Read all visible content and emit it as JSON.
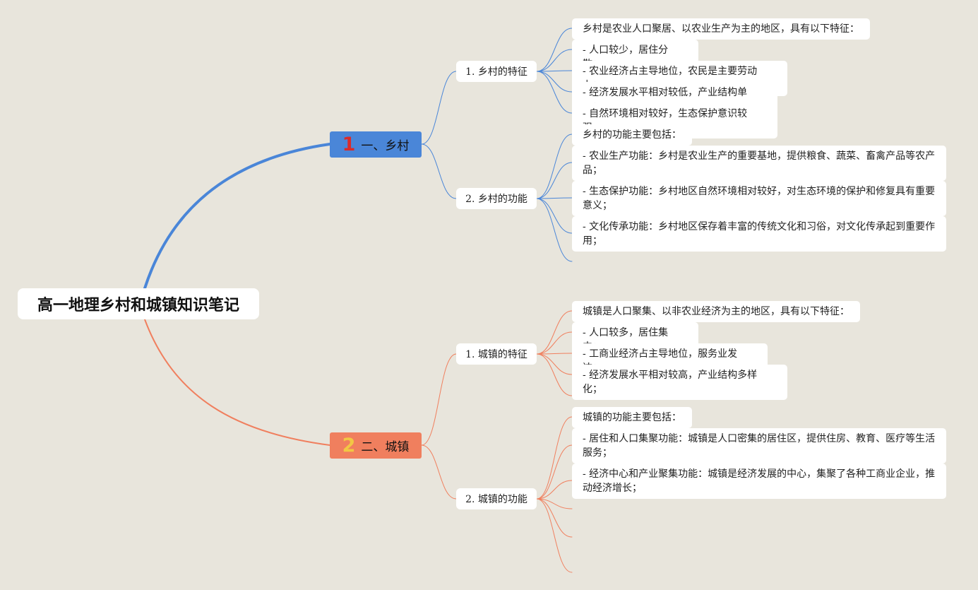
{
  "title": "高一地理乡村和城镇知识笔记",
  "colors": {
    "branch1": "#4a86d8",
    "branch2": "#f07f5e",
    "num1": "#d92b2b",
    "num2": "#f2c744"
  },
  "branches": [
    {
      "number": "1",
      "label": "一、乡村",
      "subs": [
        {
          "label": "1. 乡村的特征",
          "leaves": [
            "乡村是农业人口聚居、以农业生产为主的地区，具有以下特征：",
            "- 人口较少，居住分散；",
            "- 农业经济占主导地位，农民是主要劳动力；",
            "- 经济发展水平相对较低，产业结构单一；",
            "- 自然环境相对较好，生态保护意识较强。"
          ]
        },
        {
          "label": "2. 乡村的功能",
          "leaves": [
            "乡村的功能主要包括：",
            "- 农业生产功能：乡村是农业生产的重要基地，提供粮食、蔬菜、畜禽产品等农产品；",
            "- 生态保护功能：乡村地区自然环境相对较好，对生态环境的保护和修复具有重要意义；",
            "- 文化传承功能：乡村地区保存着丰富的传统文化和习俗，对文化传承起到重要作用；"
          ]
        }
      ]
    },
    {
      "number": "2",
      "label": "二、城镇",
      "subs": [
        {
          "label": "1. 城镇的特征",
          "leaves": [
            "城镇是人口聚集、以非农业经济为主的地区，具有以下特征：",
            "- 人口较多，居住集中；",
            "- 工商业经济占主导地位，服务业发达；",
            "- 经济发展水平相对较高，产业结构多样化；"
          ]
        },
        {
          "label": "2. 城镇的功能",
          "leaves": [
            "城镇的功能主要包括：",
            "- 居住和人口集聚功能：城镇是人口密集的居住区，提供住房、教育、医疗等生活服务；",
            "- 经济中心和产业聚集功能：城镇是经济发展的中心，集聚了各种工商业企业，推动经济增长；"
          ]
        }
      ]
    }
  ]
}
